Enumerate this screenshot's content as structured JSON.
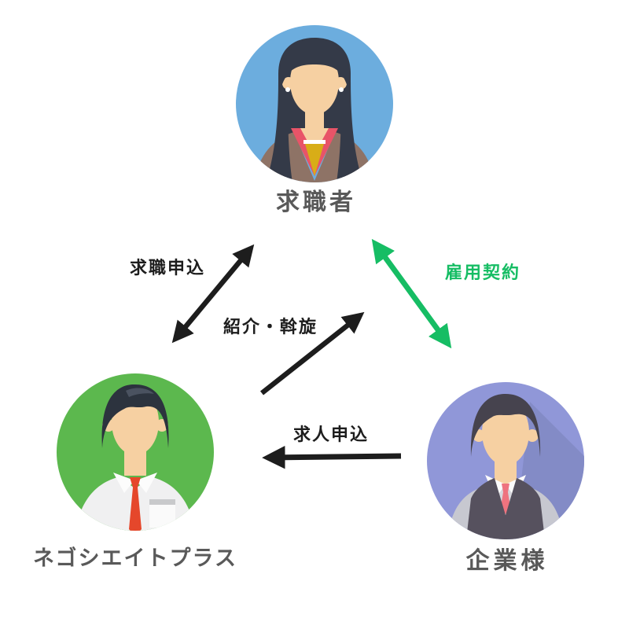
{
  "canvas": {
    "background": "#ffffff"
  },
  "label_color": "#595959",
  "nodes": {
    "job_seeker": {
      "label": "求職者",
      "circle_color": "#6cadde",
      "avatar": "businesswoman",
      "palette": {
        "hair": "#343a48",
        "skin": "#f6d0a2",
        "jacket": "#8e7366",
        "lapel": "#e85468",
        "shirt": "#d8ad17",
        "earring": "#ffffff"
      }
    },
    "agency": {
      "label": "ネゴシエイトプラス",
      "circle_color": "#5cb84e",
      "avatar": "man-white-shirt-red-tie",
      "palette": {
        "hair": "#2c333e",
        "skin": "#f6d0a2",
        "shirt": "#f0f0f1",
        "collar": "#fcfcfc",
        "tie": "#e5472b",
        "pocket_bar": "#c8c9cb"
      }
    },
    "company": {
      "label": "企業様",
      "circle_color": "#9097d8",
      "circle_shadow": "#838bc6",
      "avatar": "man-gray-vest-pink-tie",
      "palette": {
        "hair": "#46434e",
        "skin": "#f6d0a2",
        "vest": "#56515e",
        "sleeves": "#c7c8d0",
        "collar": "#fbfbfc",
        "inner_shirt": "#d7d7dd",
        "tie": "#ee737f"
      }
    }
  },
  "arrows": {
    "job_application": {
      "label": "求職申込",
      "color": "#1d1d1d",
      "heads": "both",
      "from": "agency",
      "to": "job_seeker"
    },
    "referral": {
      "label": "紹介・斡旋",
      "color": "#1d1d1d",
      "heads": "end",
      "from": "agency",
      "to": "job_seeker"
    },
    "employment_contract": {
      "label": "雇用契約",
      "color": "#16bd64",
      "heads": "both",
      "from": "company",
      "to": "job_seeker"
    },
    "job_request": {
      "label": "求人申込",
      "color": "#1d1d1d",
      "heads": "end",
      "from": "company",
      "to": "agency"
    }
  }
}
